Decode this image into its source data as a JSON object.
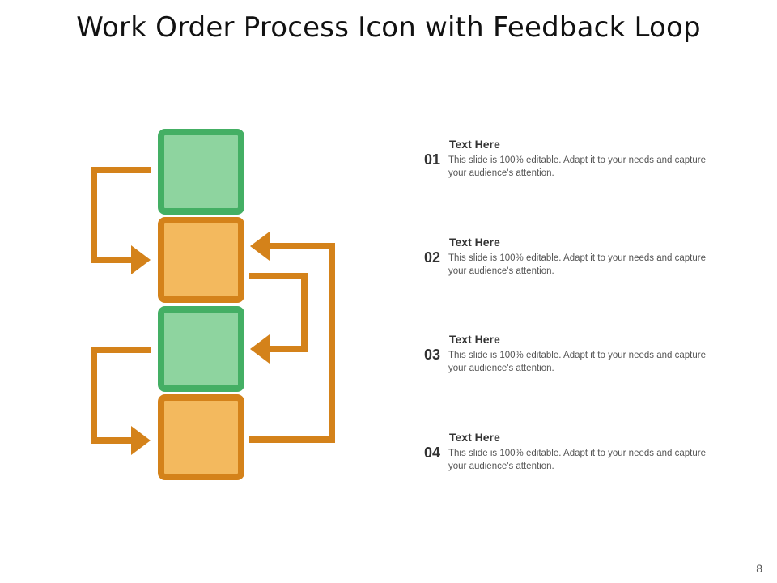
{
  "title": "Work Order Process Icon with Feedback Loop",
  "colors": {
    "green_fill": "#8ED49F",
    "green_border": "#44AF64",
    "orange_fill": "#F3B95E",
    "orange_border": "#D4821A",
    "arrow": "#D4821A"
  },
  "blocks": [
    {
      "color": "green"
    },
    {
      "color": "orange"
    },
    {
      "color": "green"
    },
    {
      "color": "orange"
    }
  ],
  "items": [
    {
      "number": "01",
      "heading": "Text Here",
      "body": "This slide is 100% editable. Adapt it to your needs and capture your audience's attention."
    },
    {
      "number": "02",
      "heading": "Text Here",
      "body": "This slide is 100% editable. Adapt it to your needs and capture your audience's attention."
    },
    {
      "number": "03",
      "heading": "Text Here",
      "body": "This slide is 100% editable. Adapt it to your needs and capture your audience's attention."
    },
    {
      "number": "04",
      "heading": "Text Here",
      "body": "This slide is 100% editable. Adapt it to your needs and capture your audience's attention."
    }
  ],
  "page_number": "8"
}
